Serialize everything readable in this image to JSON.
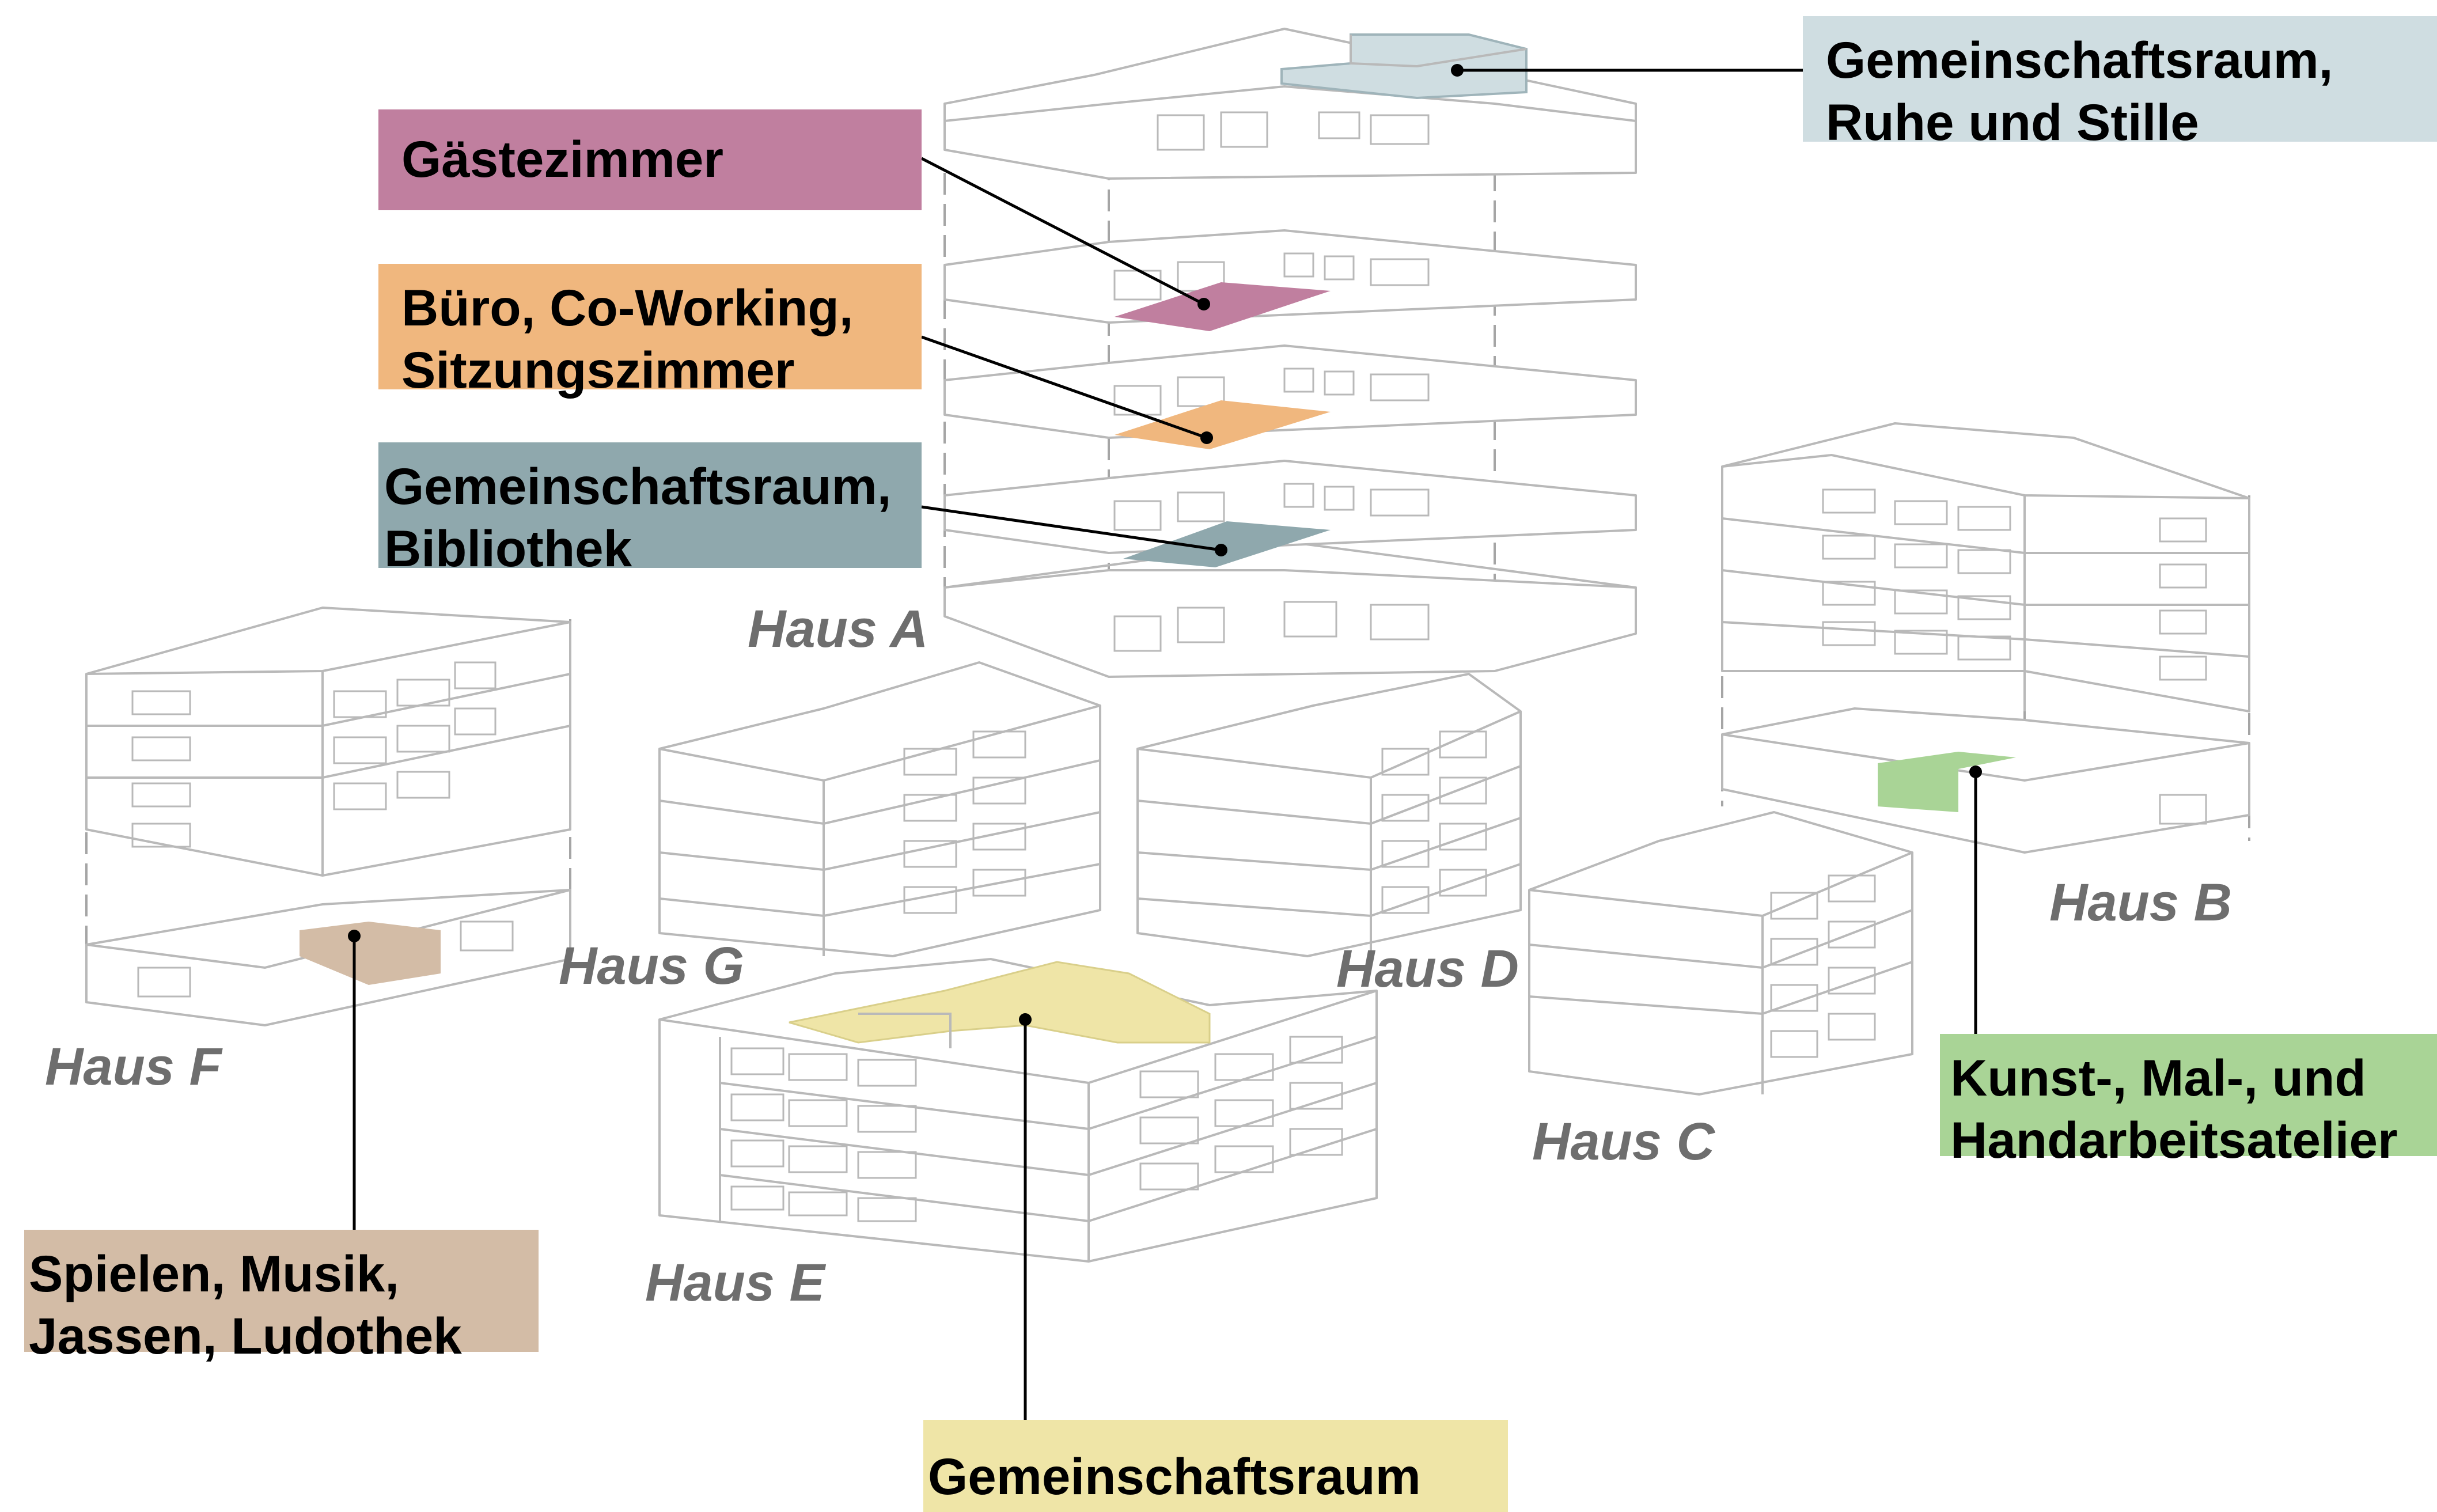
{
  "colors": {
    "guest": "#c07f9f",
    "office": "#f0b77e",
    "library": "#8fa8ad",
    "quiet": "#cfdde1",
    "games": "#d3bca6",
    "community": "#efe5a7",
    "atelier": "#a9d496",
    "building_stroke": "#b9b9b9",
    "house_label": "#6e6e6e"
  },
  "labels": {
    "quiet_room": [
      "Gemeinschaftsraum,",
      "Ruhe und Stille"
    ],
    "guest_room": [
      "Gästezimmer"
    ],
    "office": [
      "Büro, Co-Working,",
      "Sitzungszimmer"
    ],
    "library": [
      "Gemeinschaftsraum,",
      "Bibliothek"
    ],
    "games": [
      "Spielen, Musik,",
      "Jassen, Ludothek"
    ],
    "community": [
      "Gemeinschaftsraum"
    ],
    "atelier": [
      "Kunst-, Mal-, und",
      "Handarbeitsatelier"
    ]
  },
  "houses": {
    "a": "Haus A",
    "b": "Haus B",
    "c": "Haus C",
    "d": "Haus D",
    "e": "Haus E",
    "f": "Haus F",
    "g": "Haus G"
  }
}
